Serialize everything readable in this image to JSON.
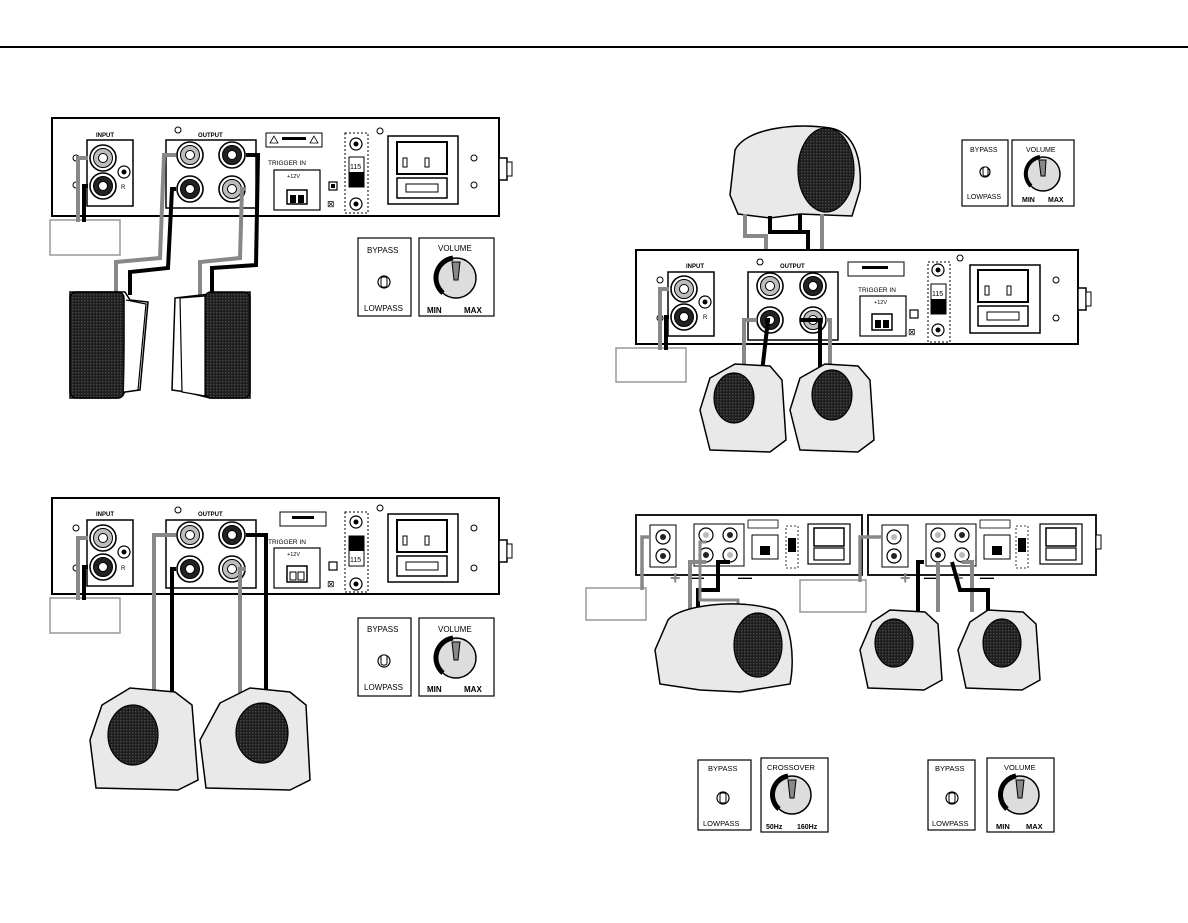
{
  "panel": {
    "input": "INPUT",
    "output": "OUTPUT",
    "trigger_in": "TRIGGER IN",
    "plus12v": "+12V",
    "voltage_switch": "115",
    "r_label": "R"
  },
  "controls": {
    "bypass": "BYPASS",
    "lowpass": "LOWPASS",
    "volume": "VOLUME",
    "crossover": "CROSSOVER",
    "min": "MIN",
    "max": "MAX",
    "hz50": "50Hz",
    "hz160": "160Hz"
  },
  "polarity": {
    "plus": "+",
    "minus": "—"
  }
}
